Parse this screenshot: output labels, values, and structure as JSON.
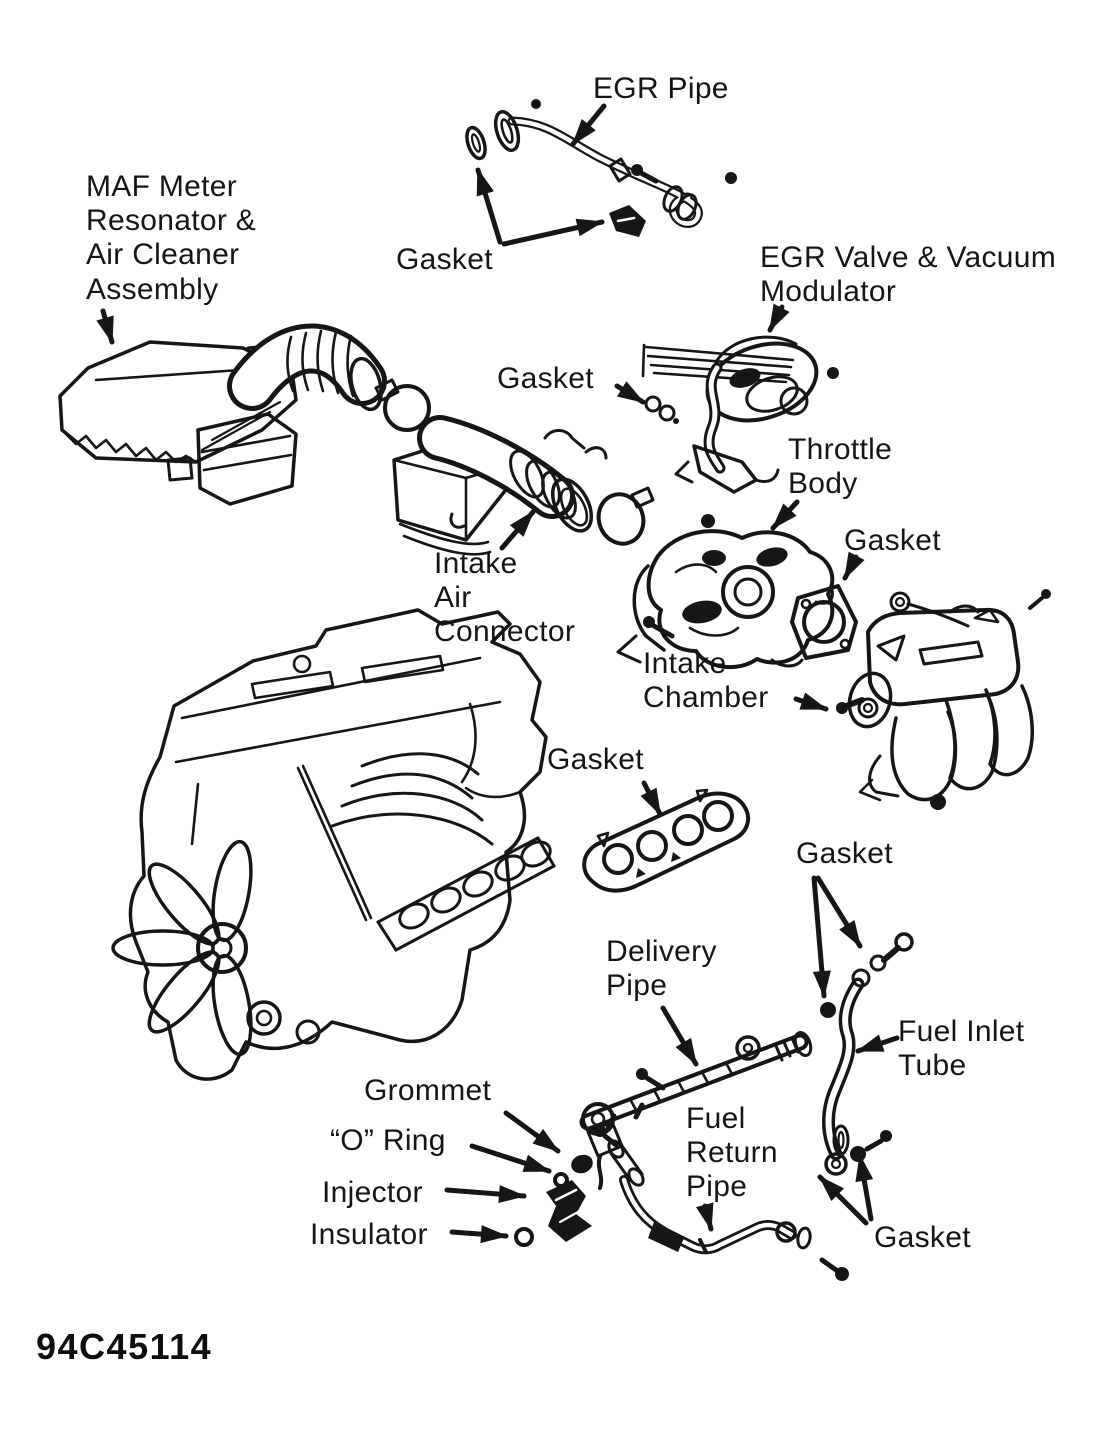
{
  "figure": {
    "code": "94C45114",
    "background_color": "#ffffff",
    "line_color": "#161616",
    "type": "exploded-parts-diagram",
    "subject": "engine air intake and fuel delivery components"
  },
  "labels": {
    "egr_pipe": "EGR Pipe",
    "gasket_egr_pipe": "Gasket",
    "maf_assembly": "MAF Meter\nResonator &\nAir Cleaner\nAssembly",
    "egr_valve_modulator": "EGR Valve & Vacuum\nModulator",
    "gasket_throttle": "Gasket",
    "throttle_body": "Throttle\nBody",
    "gasket_intake_chamber": "Gasket",
    "intake_air_connector": "Intake\nAir\nConnector",
    "intake_chamber": "Intake\nChamber",
    "gasket_manifold": "Gasket",
    "gasket_fuel_inlet": "Gasket",
    "delivery_pipe": "Delivery\nPipe",
    "fuel_inlet_tube": "Fuel Inlet\nTube",
    "grommet": "Grommet",
    "o_ring": "“O” Ring",
    "injector": "Injector",
    "insulator": "Insulator",
    "fuel_return_pipe": "Fuel\nReturn\nPipe",
    "gasket_fuel_return": "Gasket"
  }
}
